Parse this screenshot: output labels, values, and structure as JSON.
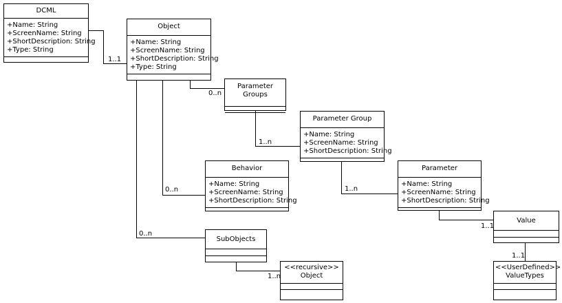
{
  "boxes": {
    "dcml": {
      "name": "DCML",
      "attrs": [
        "+Name: String",
        "+ScreenName: String",
        "+ShortDescription: String",
        "+Type: String"
      ]
    },
    "object": {
      "name": "Object",
      "attrs": [
        "+Name: String",
        "+ScreenName: String",
        "+ShortDescription: String",
        "+Type: String"
      ]
    },
    "parameter_groups": {
      "name": "Parameter Groups"
    },
    "parameter_group": {
      "name": "Parameter Group",
      "attrs": [
        "+Name: String",
        "+ScreenName: String",
        "+ShortDescription: String"
      ]
    },
    "behavior": {
      "name": "Behavior",
      "attrs": [
        "+Name: String",
        "+ScreenName: String",
        "+ShortDescription: String"
      ]
    },
    "parameter": {
      "name": "Parameter",
      "attrs": [
        "+Name: String",
        "+ScreenName: String",
        "+ShortDescription: String"
      ]
    },
    "value": {
      "name": "Value"
    },
    "subobjects": {
      "name": "SubObjects"
    },
    "recursive_object": {
      "stereotype": "<<recursive>>",
      "name": "Object"
    },
    "value_types": {
      "stereotype": "<<UserDefined>>",
      "name": "ValueTypes"
    }
  },
  "multiplicities": {
    "dcml_object": "1..1",
    "object_paramgroups": "0..n",
    "paramgroups_paramgroup": "1..n",
    "object_behavior": "0..n",
    "paramgroup_parameter": "1..n",
    "parameter_value": "1..1",
    "object_subobjects": "0..n",
    "value_valuetypes": "1..1",
    "subobjects_recursive": "1..n"
  }
}
